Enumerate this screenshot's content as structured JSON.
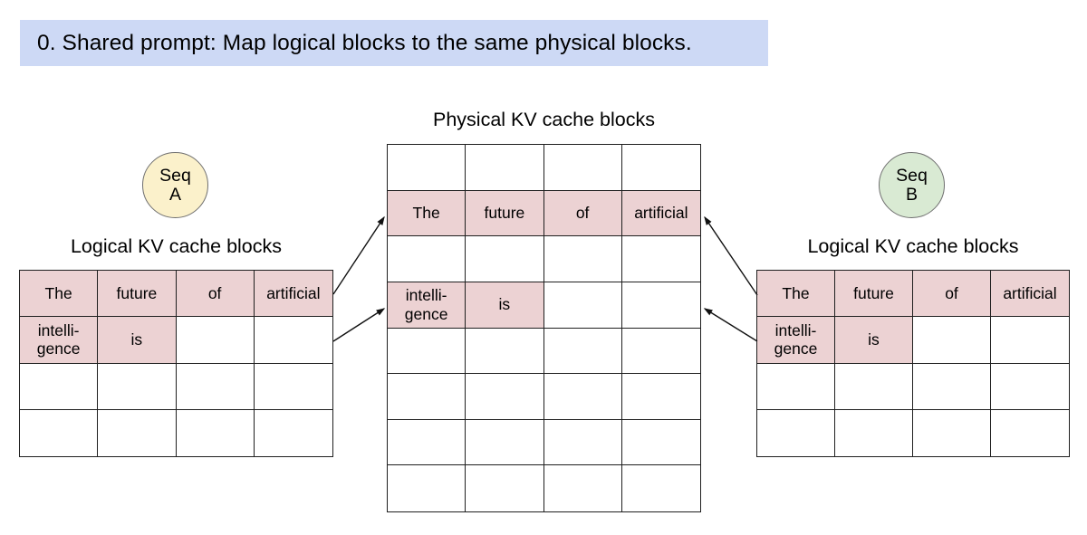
{
  "banner": {
    "text": "0. Shared prompt: Map logical blocks to the same physical blocks."
  },
  "colors": {
    "banner_bg": "#cdd9f5",
    "cell_fill": "#ecd2d3",
    "seq_a_fill": "#fbf1cb",
    "seq_b_fill": "#d9ead3",
    "line": "#1f1f1f"
  },
  "seq_a": {
    "line1": "Seq",
    "line2": "A"
  },
  "seq_b": {
    "line1": "Seq",
    "line2": "B"
  },
  "physical": {
    "title": "Physical KV cache blocks",
    "grid": [
      [
        {
          "t": "",
          "f": false
        },
        {
          "t": "",
          "f": false
        },
        {
          "t": "",
          "f": false
        },
        {
          "t": "",
          "f": false
        }
      ],
      [
        {
          "t": "The",
          "f": true
        },
        {
          "t": "future",
          "f": true
        },
        {
          "t": "of",
          "f": true
        },
        {
          "t": "artificial",
          "f": true
        }
      ],
      [
        {
          "t": "",
          "f": false
        },
        {
          "t": "",
          "f": false
        },
        {
          "t": "",
          "f": false
        },
        {
          "t": "",
          "f": false
        }
      ],
      [
        {
          "t": "intelli-\ngence",
          "f": true
        },
        {
          "t": "is",
          "f": true
        },
        {
          "t": "",
          "f": false
        },
        {
          "t": "",
          "f": false
        }
      ],
      [
        {
          "t": "",
          "f": false
        },
        {
          "t": "",
          "f": false
        },
        {
          "t": "",
          "f": false
        },
        {
          "t": "",
          "f": false
        }
      ],
      [
        {
          "t": "",
          "f": false
        },
        {
          "t": "",
          "f": false
        },
        {
          "t": "",
          "f": false
        },
        {
          "t": "",
          "f": false
        }
      ],
      [
        {
          "t": "",
          "f": false
        },
        {
          "t": "",
          "f": false
        },
        {
          "t": "",
          "f": false
        },
        {
          "t": "",
          "f": false
        }
      ],
      [
        {
          "t": "",
          "f": false
        },
        {
          "t": "",
          "f": false
        },
        {
          "t": "",
          "f": false
        },
        {
          "t": "",
          "f": false
        }
      ]
    ]
  },
  "logical_a": {
    "title": "Logical KV cache blocks",
    "grid": [
      [
        {
          "t": "The",
          "f": true
        },
        {
          "t": "future",
          "f": true
        },
        {
          "t": "of",
          "f": true
        },
        {
          "t": "artificial",
          "f": true
        }
      ],
      [
        {
          "t": "intelli-\ngence",
          "f": true
        },
        {
          "t": "is",
          "f": true
        },
        {
          "t": "",
          "f": false
        },
        {
          "t": "",
          "f": false
        }
      ],
      [
        {
          "t": "",
          "f": false
        },
        {
          "t": "",
          "f": false
        },
        {
          "t": "",
          "f": false
        },
        {
          "t": "",
          "f": false
        }
      ],
      [
        {
          "t": "",
          "f": false
        },
        {
          "t": "",
          "f": false
        },
        {
          "t": "",
          "f": false
        },
        {
          "t": "",
          "f": false
        }
      ]
    ]
  },
  "logical_b": {
    "title": "Logical KV cache blocks",
    "grid": [
      [
        {
          "t": "The",
          "f": true
        },
        {
          "t": "future",
          "f": true
        },
        {
          "t": "of",
          "f": true
        },
        {
          "t": "artificial",
          "f": true
        }
      ],
      [
        {
          "t": "intelli-\ngence",
          "f": true
        },
        {
          "t": "is",
          "f": true
        },
        {
          "t": "",
          "f": false
        },
        {
          "t": "",
          "f": false
        }
      ],
      [
        {
          "t": "",
          "f": false
        },
        {
          "t": "",
          "f": false
        },
        {
          "t": "",
          "f": false
        },
        {
          "t": "",
          "f": false
        }
      ],
      [
        {
          "t": "",
          "f": false
        },
        {
          "t": "",
          "f": false
        },
        {
          "t": "",
          "f": false
        },
        {
          "t": "",
          "f": false
        }
      ]
    ]
  }
}
